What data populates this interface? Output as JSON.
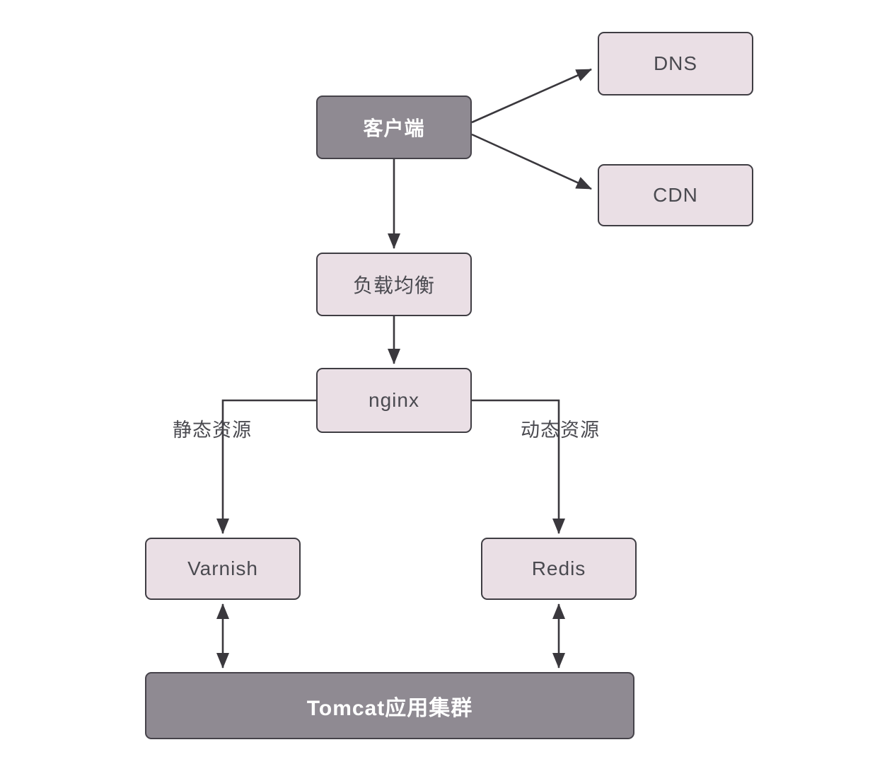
{
  "diagram": {
    "title": "Web architecture diagram",
    "nodes": {
      "client": {
        "label": "客户端"
      },
      "dns": {
        "label": "DNS"
      },
      "cdn": {
        "label": "CDN"
      },
      "load_balancer": {
        "label": "负载均衡"
      },
      "nginx": {
        "label": "nginx"
      },
      "varnish": {
        "label": "Varnish"
      },
      "redis": {
        "label": "Redis"
      },
      "tomcat": {
        "label": "Tomcat应用集群"
      }
    },
    "edge_labels": {
      "static_resources": "静态资源",
      "dynamic_resources": "动态资源"
    },
    "edges": [
      {
        "from": "client",
        "to": "dns"
      },
      {
        "from": "client",
        "to": "cdn"
      },
      {
        "from": "client",
        "to": "load_balancer"
      },
      {
        "from": "load_balancer",
        "to": "nginx"
      },
      {
        "from": "nginx",
        "to": "varnish",
        "label": "静态资源"
      },
      {
        "from": "nginx",
        "to": "redis",
        "label": "动态资源"
      },
      {
        "from": "varnish",
        "to": "tomcat",
        "bidirectional": true
      },
      {
        "from": "redis",
        "to": "tomcat",
        "bidirectional": true
      }
    ]
  },
  "colors": {
    "dark_node_bg": "#8f8a92",
    "dark_node_border": "#46434a",
    "light_node_bg": "#eadfe5",
    "light_node_border": "#3f3d43",
    "arrow": "#3a383d",
    "text_dark": "#4a4a50",
    "text_light": "#ffffff",
    "canvas_bg": "#ffffff"
  }
}
